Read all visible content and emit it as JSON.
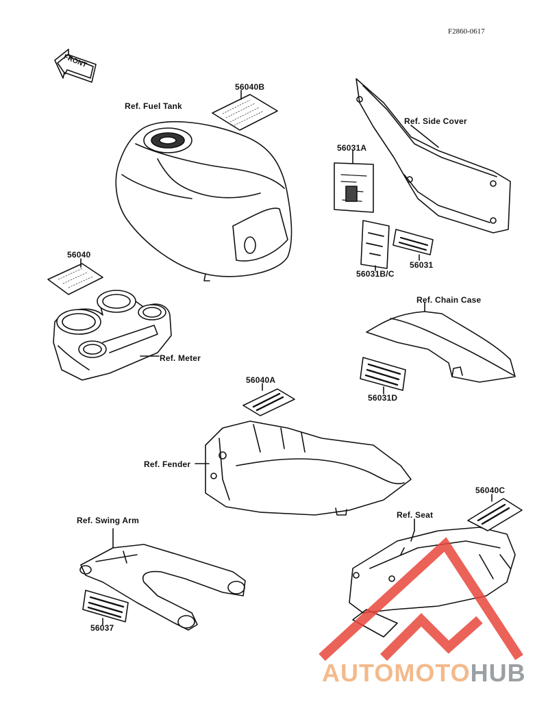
{
  "diagram_code": "F2860-0617",
  "front_arrow_text": "FRONT",
  "labels": {
    "ref_fuel_tank": "Ref. Fuel Tank",
    "ref_side_cover": "Ref. Side Cover",
    "ref_meter": "Ref. Meter",
    "ref_chain_case": "Ref. Chain Case",
    "ref_fender": "Ref. Fender",
    "ref_swing_arm": "Ref. Swing Arm",
    "ref_seat": "Ref. Seat"
  },
  "parts": {
    "p56040B": "56040B",
    "p56031A": "56031A",
    "p56040": "56040",
    "p56031BC": "56031B/C",
    "p56031": "56031",
    "p56031D": "56031D",
    "p56040A": "56040A",
    "p56040C": "56040C",
    "p56037": "56037"
  },
  "watermark": {
    "part1": "AUTOMOTO",
    "part2": "HUB",
    "color1": "#f4b98a",
    "color2": "#9aa0a4",
    "logo_color": "#e8473c"
  }
}
